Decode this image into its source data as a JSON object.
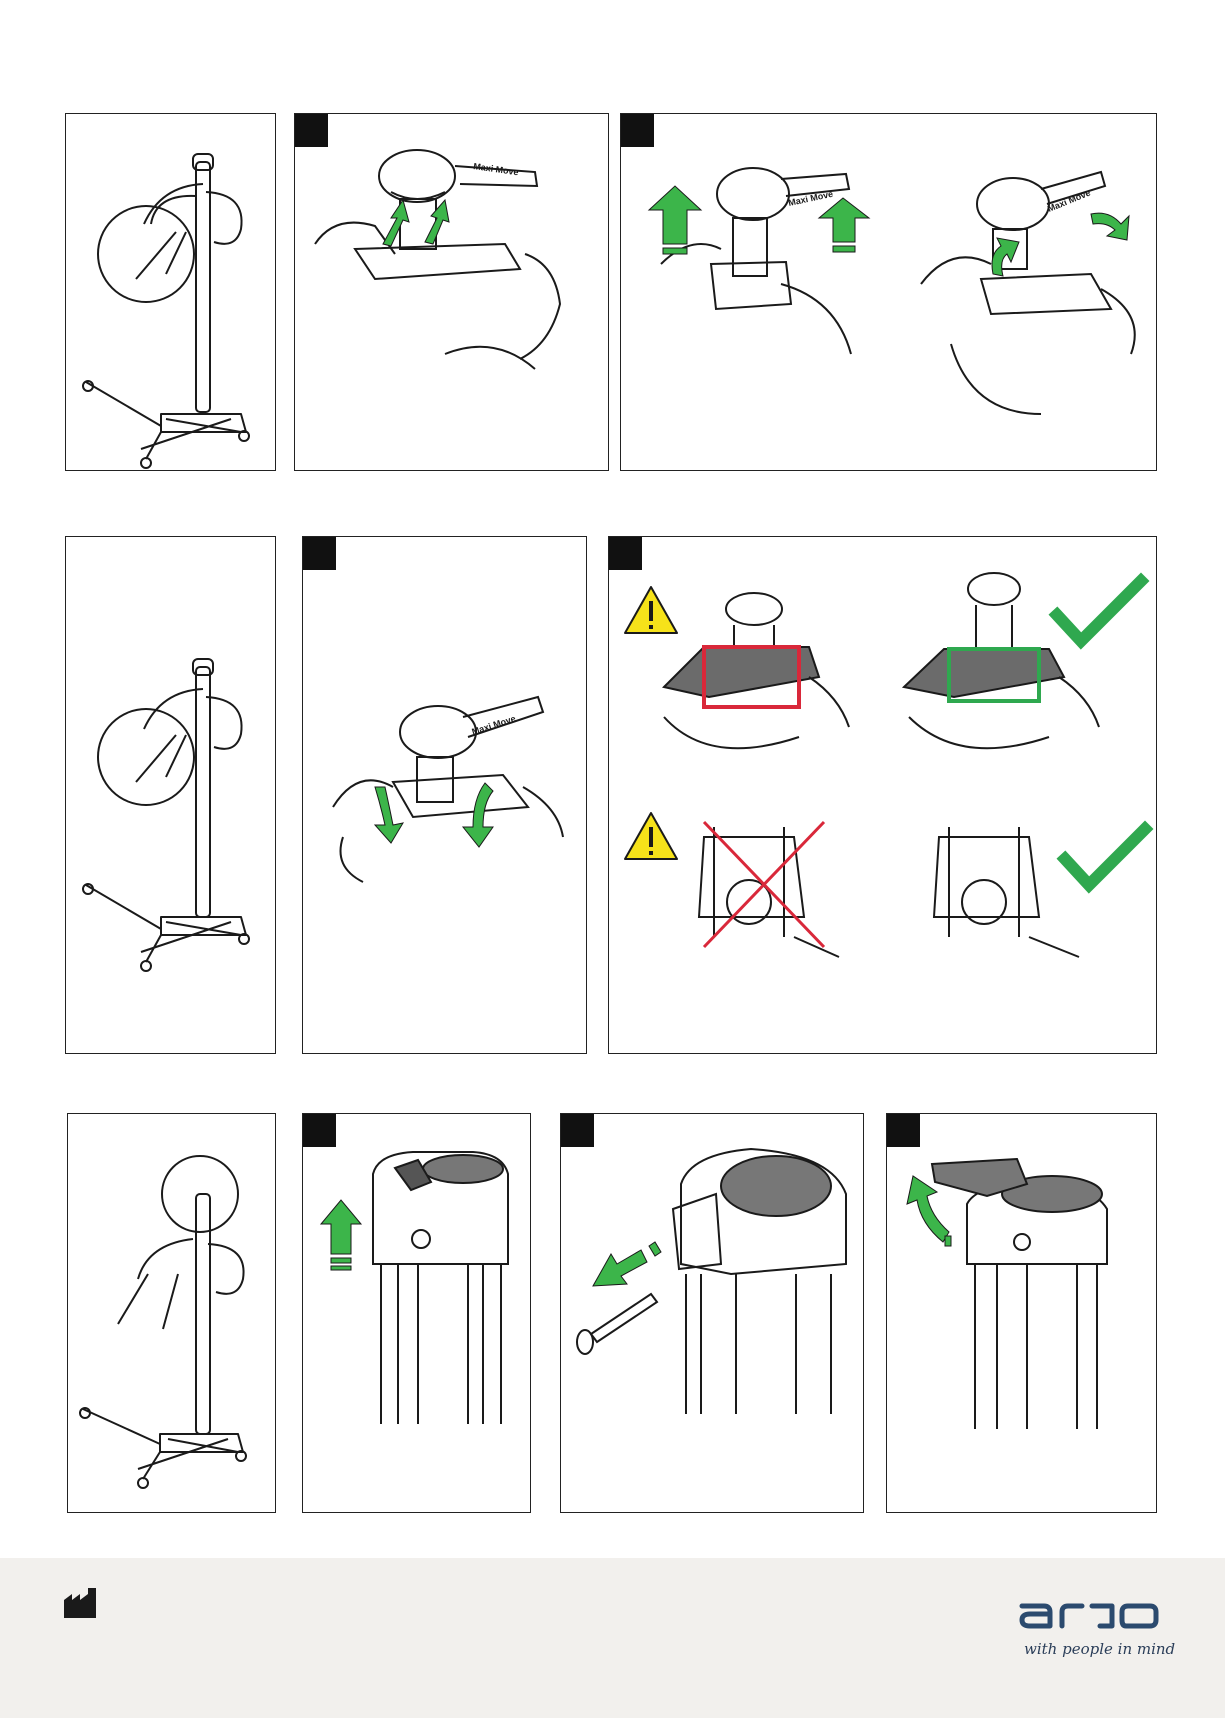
{
  "brand": {
    "logo_text": "arjo",
    "tagline": "with people in mind",
    "logo_color": "#2b4a6e"
  },
  "colors": {
    "arrow_green": "#3cb54a",
    "check_green": "#2fa84f",
    "warning_red": "#d9283a",
    "warning_yellow": "#f6e21a",
    "outline": "#1a1a1a",
    "footer_bg": "#f2f0ed"
  },
  "illustration_text": {
    "product_label": "Maxi Move"
  },
  "icons": [
    "factory-icon",
    "warning-icon",
    "checkmark-icon",
    "cross-icon",
    "arrow-up-icon",
    "arrow-down-icon"
  ]
}
